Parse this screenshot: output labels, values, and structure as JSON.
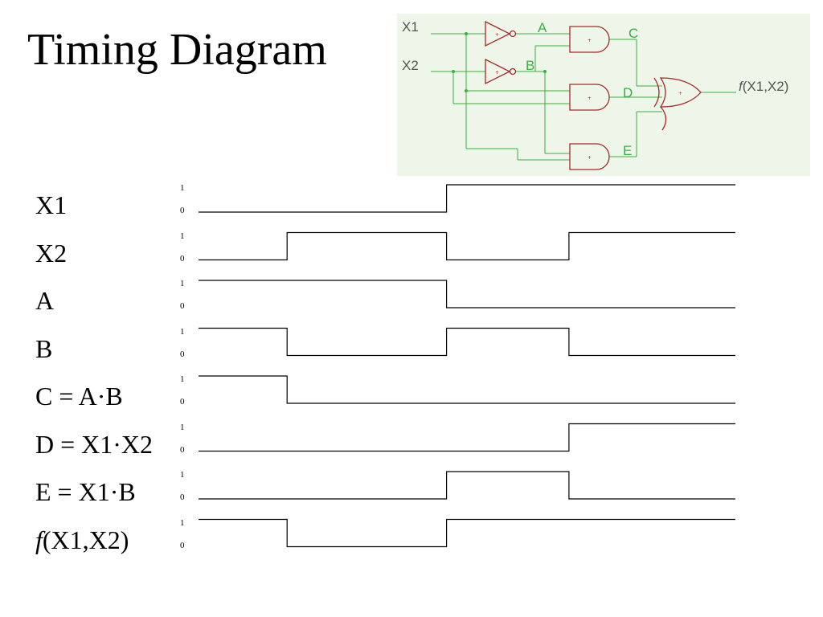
{
  "title": "Timing Diagram",
  "circuit": {
    "input_x1": "X1",
    "input_x2": "X2",
    "node_a": "A",
    "node_b": "B",
    "node_c": "C",
    "node_d": "D",
    "node_e": "E",
    "output_fn": "f",
    "output_args": "(X1,X2)",
    "gate_mark": "+",
    "colors": {
      "gate": "#a52a2a",
      "wire": "#3cb043",
      "background": "#eef5e9"
    }
  },
  "levels": {
    "high": "1",
    "low": "0"
  },
  "signals": [
    {
      "label": "X1",
      "transitions": [
        0,
        0.462
      ],
      "initial": 0
    },
    {
      "label": "X2",
      "transitions": [
        0,
        0.165,
        0.462,
        0.69
      ],
      "initial": 0
    },
    {
      "label": "A",
      "transitions": [
        0,
        0.462
      ],
      "initial": 1
    },
    {
      "label": "B",
      "transitions": [
        0,
        0.165,
        0.462,
        0.69
      ],
      "initial": 1
    },
    {
      "label": "C = A·B",
      "transitions": [
        0,
        0.165
      ],
      "initial": 1
    },
    {
      "label": "D = X1·X2",
      "transitions": [
        0,
        0.69
      ],
      "initial": 0
    },
    {
      "label": "E = X1·B",
      "transitions": [
        0,
        0.462,
        0.69
      ],
      "initial": 0
    },
    {
      "label_italic": "f",
      "label_rest": "(X1,X2)",
      "transitions": [
        0,
        0.165,
        0.462
      ],
      "initial": 1
    }
  ]
}
